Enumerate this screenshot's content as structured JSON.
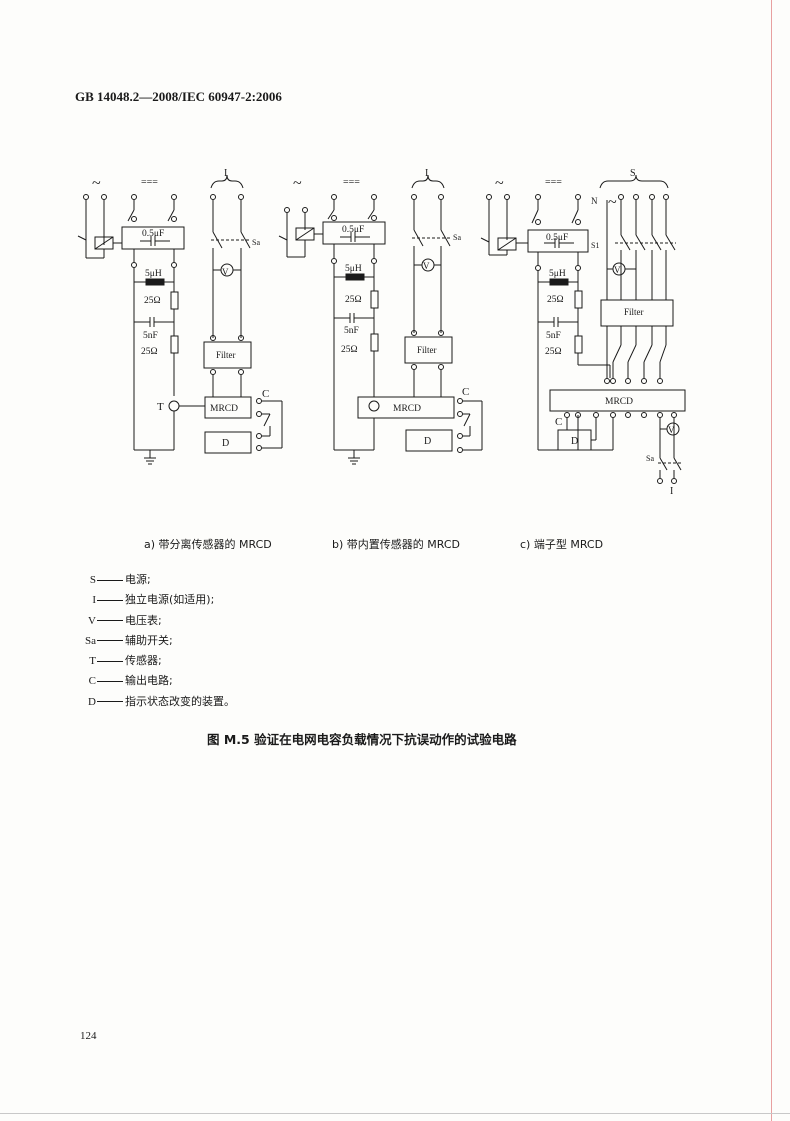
{
  "header": {
    "standard_code": "GB 14048.2—2008/IEC 60947-2:2006"
  },
  "diagrams": [
    {
      "caption": "a) 带分离传感器的 MRCD",
      "cap_label": "0.5μF",
      "inductor": "5μH",
      "r1": "25Ω",
      "cap2": "5nF",
      "r2": "25Ω",
      "switch_label": "Sa",
      "sensor": "T",
      "output": "C",
      "source_i": "I"
    },
    {
      "caption": "b) 带内置传感器的 MRCD",
      "cap_label": "0.5μF",
      "inductor": "5μH",
      "r1": "25Ω",
      "cap2": "5nF",
      "r2": "25Ω",
      "switch_label": "Sa",
      "output": "C",
      "source_i": "I"
    },
    {
      "caption": "c) 端子型 MRCD",
      "cap_label": "0.5μF",
      "inductor": "5μH",
      "r1": "25Ω",
      "cap2": "5nF",
      "r2": "25Ω",
      "switch_label": "S1",
      "switch_label2": "Sa",
      "output": "C",
      "source_s": "S",
      "neutral": "N",
      "source_i": "I"
    }
  ],
  "labels": {
    "filter": "Filter",
    "mrcd": "MRCD",
    "indicator": "D",
    "voltmeter": "V",
    "ac": "~",
    "dc": "==="
  },
  "legend": [
    {
      "symbol": "S",
      "text": "电源;"
    },
    {
      "symbol": "I",
      "text": "独立电源(如适用);"
    },
    {
      "symbol": "V",
      "text": "电压表;"
    },
    {
      "symbol": "Sa",
      "text": "辅助开关;"
    },
    {
      "symbol": "T",
      "text": "传感器;"
    },
    {
      "symbol": "C",
      "text": "输出电路;"
    },
    {
      "symbol": "D",
      "text": "指示状态改变的装置。"
    }
  ],
  "figure_title": "图 M.5 验证在电网电容负载情况下抗误动作的试验电路",
  "page_number": "124"
}
